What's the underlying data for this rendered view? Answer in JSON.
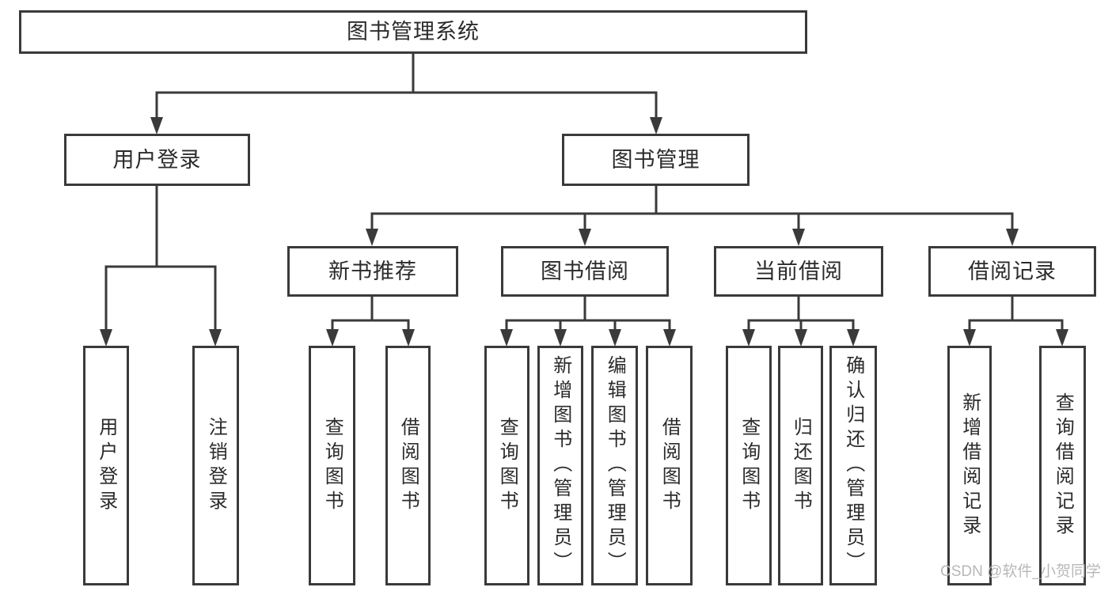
{
  "diagram": {
    "root": {
      "label": "图书管理系统",
      "children": [
        {
          "label": "用户登录",
          "children": [
            {
              "label": "用户登录"
            },
            {
              "label": "注销登录"
            }
          ]
        },
        {
          "label": "图书管理",
          "children": [
            {
              "label": "新书推荐",
              "children": [
                {
                  "label": "查询图书"
                },
                {
                  "label": "借阅图书"
                }
              ]
            },
            {
              "label": "图书借阅",
              "children": [
                {
                  "label": "查询图书"
                },
                {
                  "label": "新增图书（管理员）"
                },
                {
                  "label": "编辑图书（管理员）"
                },
                {
                  "label": "借阅图书"
                }
              ]
            },
            {
              "label": "当前借阅",
              "children": [
                {
                  "label": "查询图书"
                },
                {
                  "label": "归还图书"
                },
                {
                  "label": "确认归还（管理员）"
                }
              ]
            },
            {
              "label": "借阅记录",
              "children": [
                {
                  "label": "新增借阅记录"
                },
                {
                  "label": "查询借阅记录"
                }
              ]
            }
          ]
        }
      ]
    }
  },
  "watermark": {
    "text": "CSDN @软件_小贺同学"
  },
  "colors": {
    "line": "#3a3a3a",
    "ink": "#2b2b2b",
    "watermark": "#b8b8b8",
    "background": "#ffffff"
  }
}
